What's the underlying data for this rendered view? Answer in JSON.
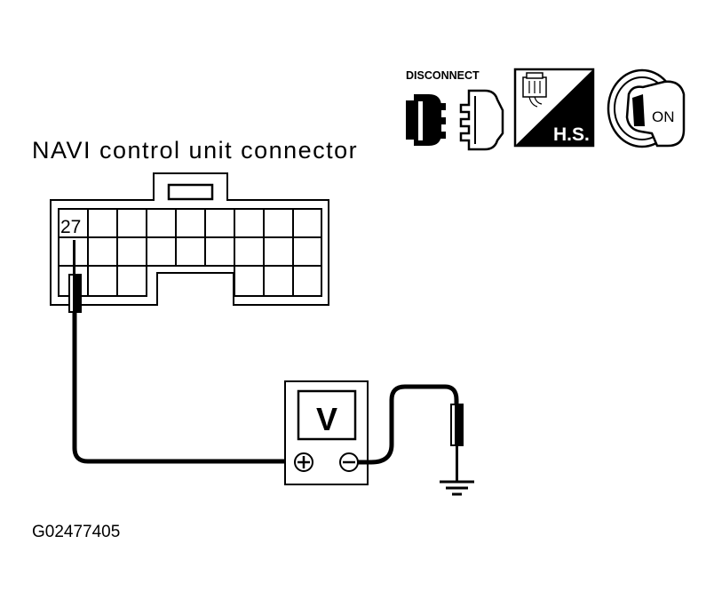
{
  "connector_title": "NAVI control unit connector",
  "terminal_label": "27",
  "meter_label": "V",
  "meter_plus": "+",
  "meter_minus": "−",
  "icons": {
    "disconnect_label": "DISCONNECT",
    "harness_label": "H.S.",
    "ignition_label": "ON"
  },
  "figure_id": "G02477405"
}
